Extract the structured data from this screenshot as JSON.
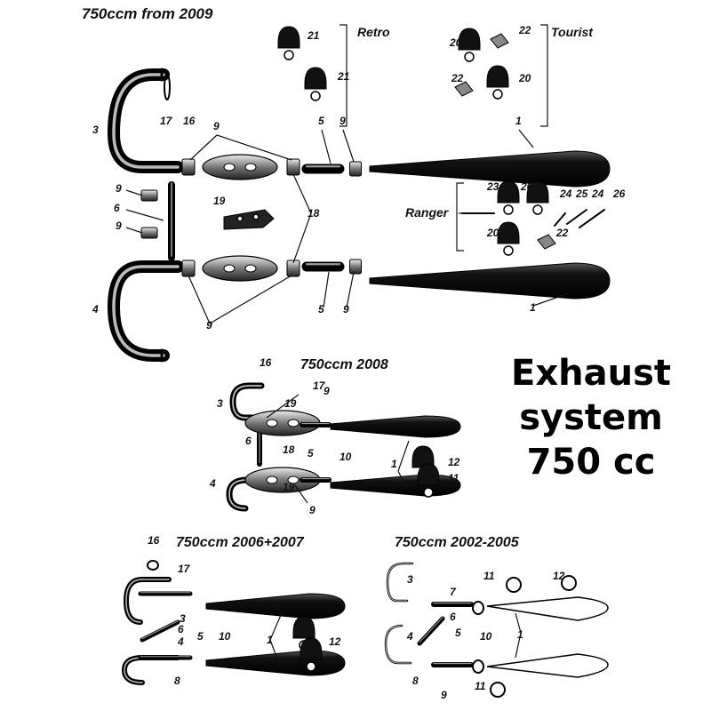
{
  "sections": {
    "s2009": {
      "title": "750ccm from 2009"
    },
    "s2008": {
      "title": "750ccm 2008"
    },
    "s2006": {
      "title": "750ccm 2006+2007"
    },
    "s2002": {
      "title": "750ccm 2002-2005"
    }
  },
  "groups": {
    "retro": "Retro",
    "tourist": "Tourist",
    "ranger": "Ranger"
  },
  "heading": {
    "line1": "Exhaust",
    "line2": "system",
    "line3": "750 cc"
  },
  "labels_2009": [
    "21",
    "21",
    "20",
    "22",
    "22",
    "20",
    "3",
    "17",
    "16",
    "9",
    "5",
    "9",
    "1",
    "9",
    "6",
    "9",
    "19",
    "18",
    "23",
    "20",
    "24",
    "25",
    "24",
    "26",
    "20",
    "22",
    "4",
    "9",
    "5",
    "9",
    "1"
  ],
  "labels_2008": [
    "16",
    "17",
    "9",
    "3",
    "19",
    "6",
    "18",
    "5",
    "10",
    "1",
    "12",
    "11",
    "4",
    "19",
    "9"
  ],
  "labels_2006": [
    "16",
    "17",
    "3",
    "6",
    "4",
    "5",
    "10",
    "1",
    "12",
    "11",
    "8"
  ],
  "labels_2002": [
    "3",
    "7",
    "11",
    "12",
    "6",
    "4",
    "5",
    "10",
    "1",
    "8",
    "9",
    "11"
  ],
  "colors": {
    "ink": "#111111",
    "chrome": "#9a9a9a",
    "background": "#ffffff"
  }
}
